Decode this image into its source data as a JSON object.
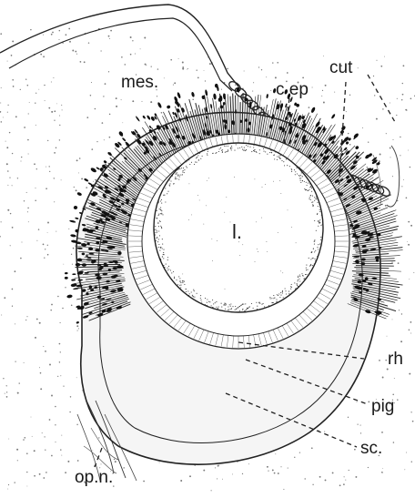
{
  "labels": {
    "mes": "mes.",
    "cep": "c ep",
    "cut": "cut",
    "lens": "l.",
    "rh": "rh",
    "pig": "pig",
    "sc": "sc.",
    "opn": "op.n."
  },
  "colors": {
    "ink": "#1a1a1a",
    "paper": "#ffffff"
  }
}
